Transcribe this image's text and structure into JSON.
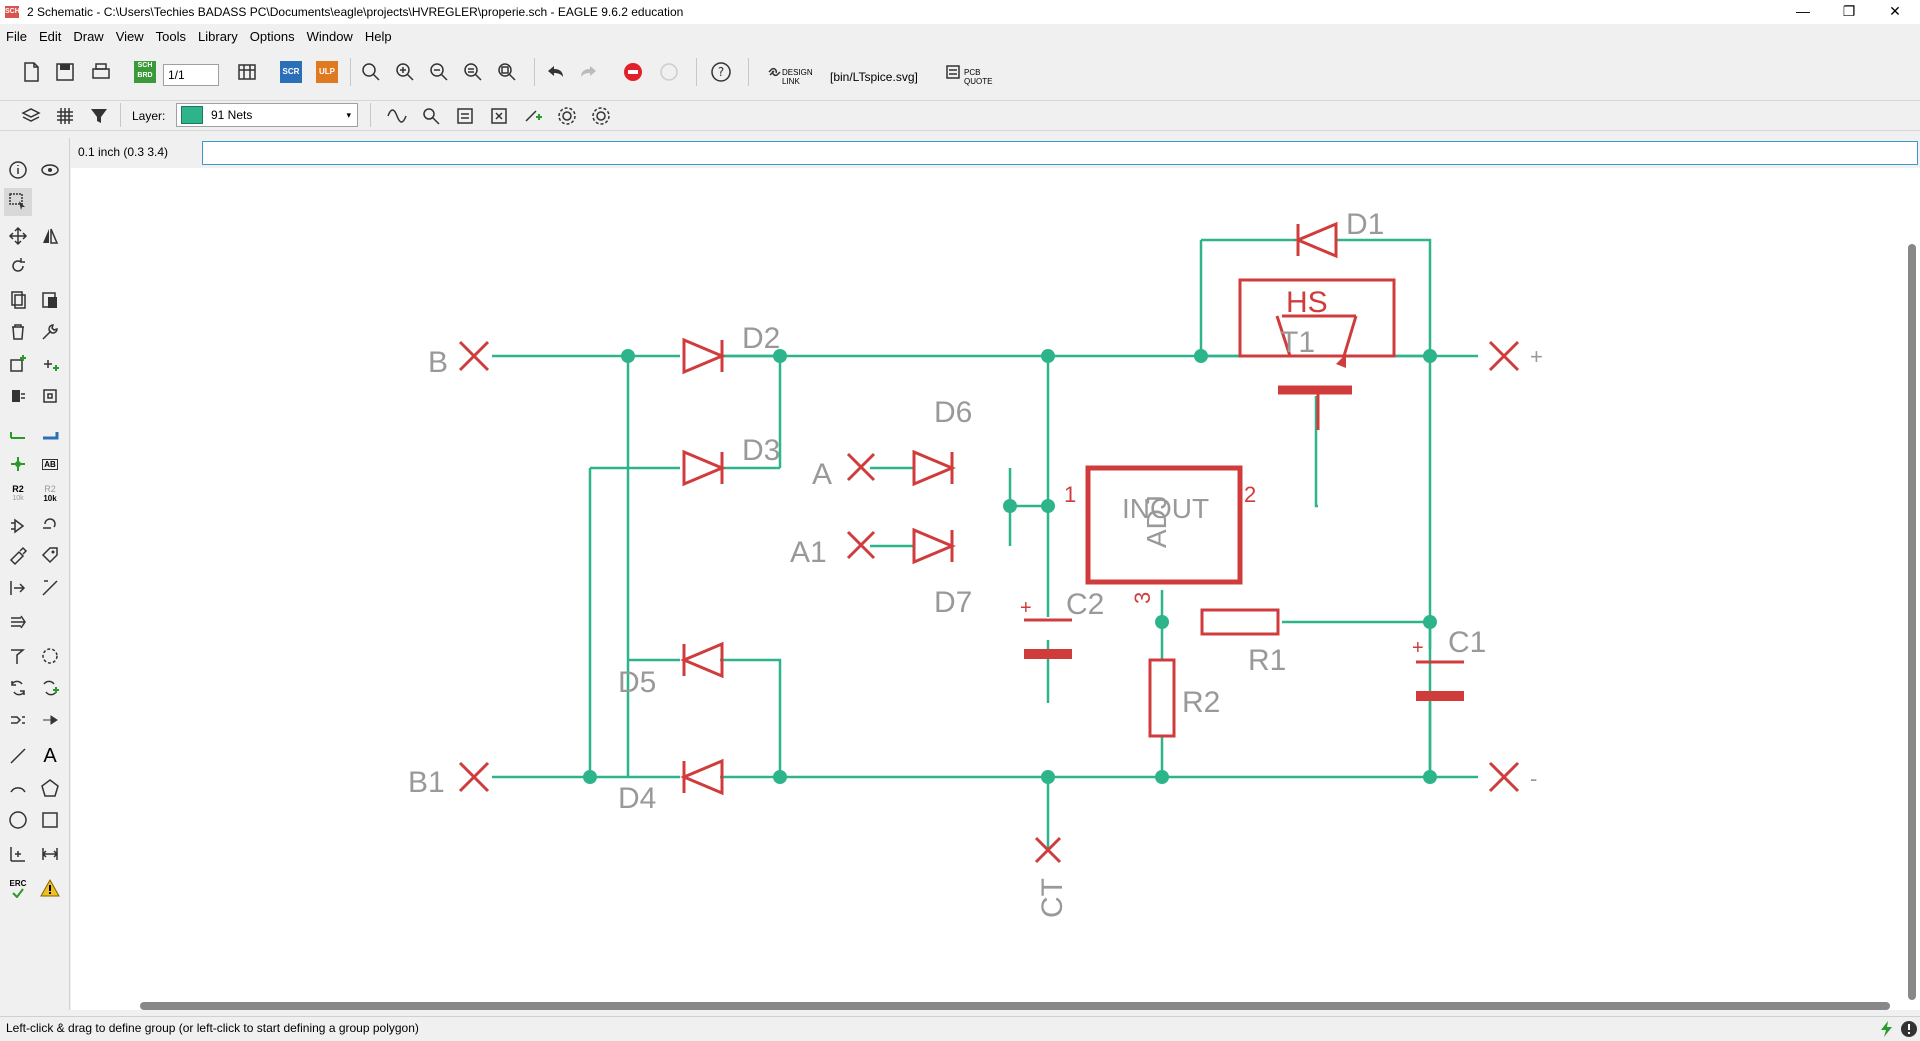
{
  "window": {
    "title": "2 Schematic - C:\\Users\\Techies BADASS PC\\Documents\\eagle\\projects\\HVREGLER\\properie.sch - EAGLE 9.6.2 education",
    "app_icon": "SCH",
    "minimize_label": "—",
    "restore_label": "❐",
    "close_label": "✕"
  },
  "menu": [
    "File",
    "Edit",
    "Draw",
    "View",
    "Tools",
    "Library",
    "Options",
    "Window",
    "Help"
  ],
  "toolbar": {
    "page_value": "1/1",
    "design_link": "DESIGN LINK",
    "ulp_path": "[bin/LTspice.svg]",
    "pcb_quote": "PCB QUOTE",
    "scr": "SCR",
    "ulp": "ULP",
    "sch_brd": "SCH BRD",
    "help": "?"
  },
  "layer": {
    "label": "Layer:",
    "selected": "91 Nets",
    "color": "#2db48a"
  },
  "command": {
    "coord": "0.1 inch (0.3 3.4)",
    "input_value": ""
  },
  "status": {
    "text": "Left-click & drag to define group (or left-click to start defining a group polygon)"
  },
  "left_toolbar": {
    "ab_label": "AB",
    "r2_label": "R2",
    "r2_10k": "10k",
    "text_tool": "A",
    "erc_label": "ERC"
  },
  "schematic": {
    "net_color": "#2db48a",
    "part_color": "#d03c3c",
    "label_color": "#999999",
    "labels": {
      "B": "B",
      "B1": "B1",
      "A": "A",
      "A1": "A1",
      "D1": "D1",
      "D2": "D2",
      "D3": "D3",
      "D4": "D4",
      "D5": "D5",
      "D6": "D6",
      "D7": "D7",
      "HS": "HS",
      "T1": "T1",
      "C1": "C1",
      "C2": "C2",
      "R1": "R1",
      "R2": "R2",
      "CT": "CT",
      "plus": "+",
      "reg_text": "INOUT",
      "reg_text2": "ADJ",
      "pin1": "1",
      "pin2": "2",
      "pin3": "3",
      "cap_plus": "+",
      "minus_cut": "-"
    }
  }
}
